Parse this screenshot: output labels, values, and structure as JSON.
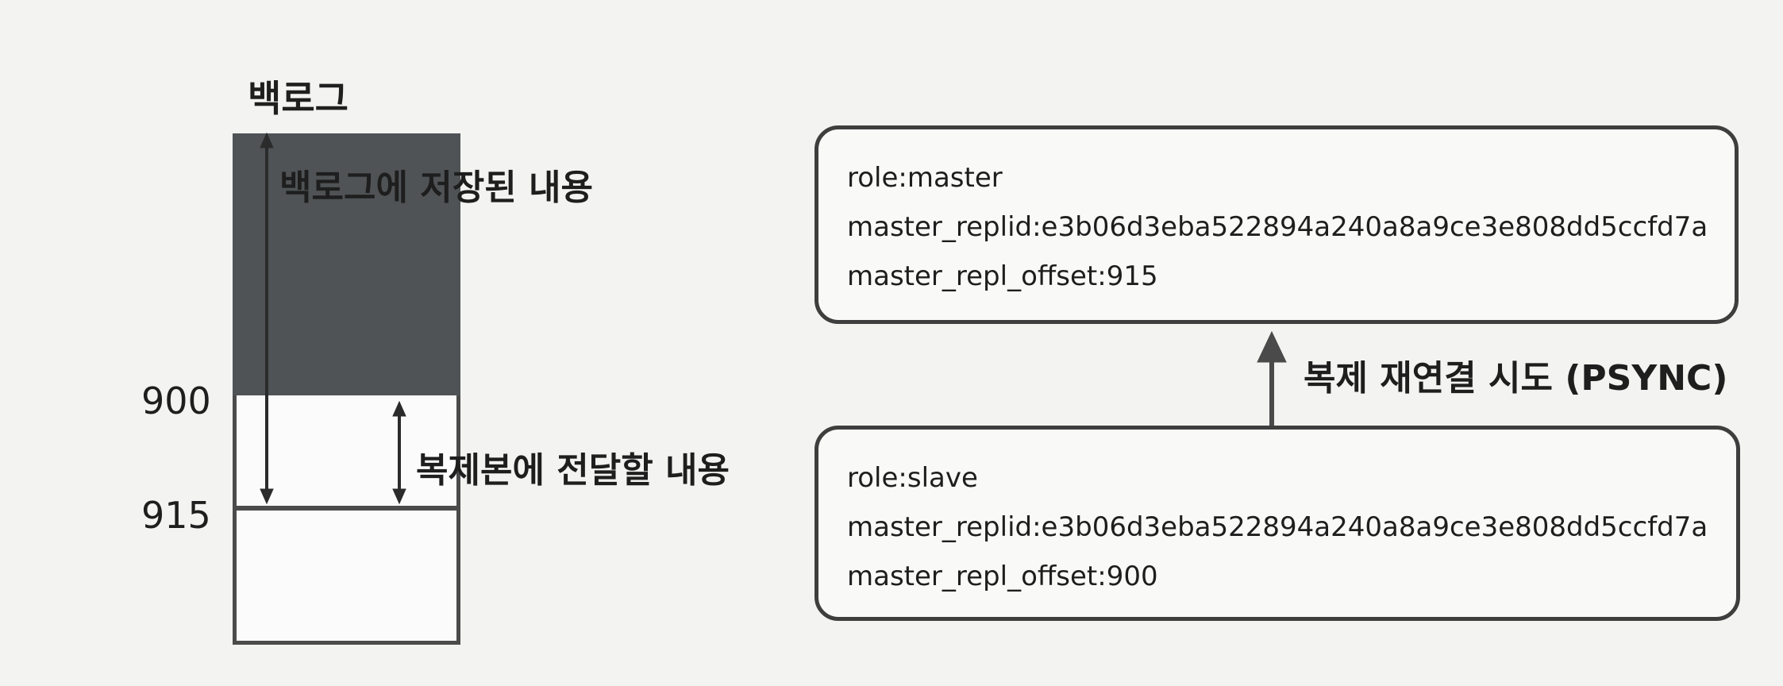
{
  "backlog": {
    "title": "백로그",
    "stored_label": "백로그에 저장된 내용",
    "transfer_label": "복제본에 전달할 내용",
    "offsets": [
      "900",
      "915"
    ]
  },
  "master": {
    "lines": [
      "role:master",
      "master_replid:e3b06d3eba522894a240a8a9ce3e808dd5ccfd7a",
      "master_repl_offset:915"
    ]
  },
  "slave": {
    "lines": [
      "role:slave",
      "master_replid:e3b06d3eba522894a240a8a9ce3e808dd5ccfd7a",
      "master_repl_offset:900"
    ]
  },
  "psync_label": "복제 재연결 시도 (PSYNC)",
  "colors": {
    "stored_fill": "#4f5355",
    "line": "#3e3e3e"
  }
}
